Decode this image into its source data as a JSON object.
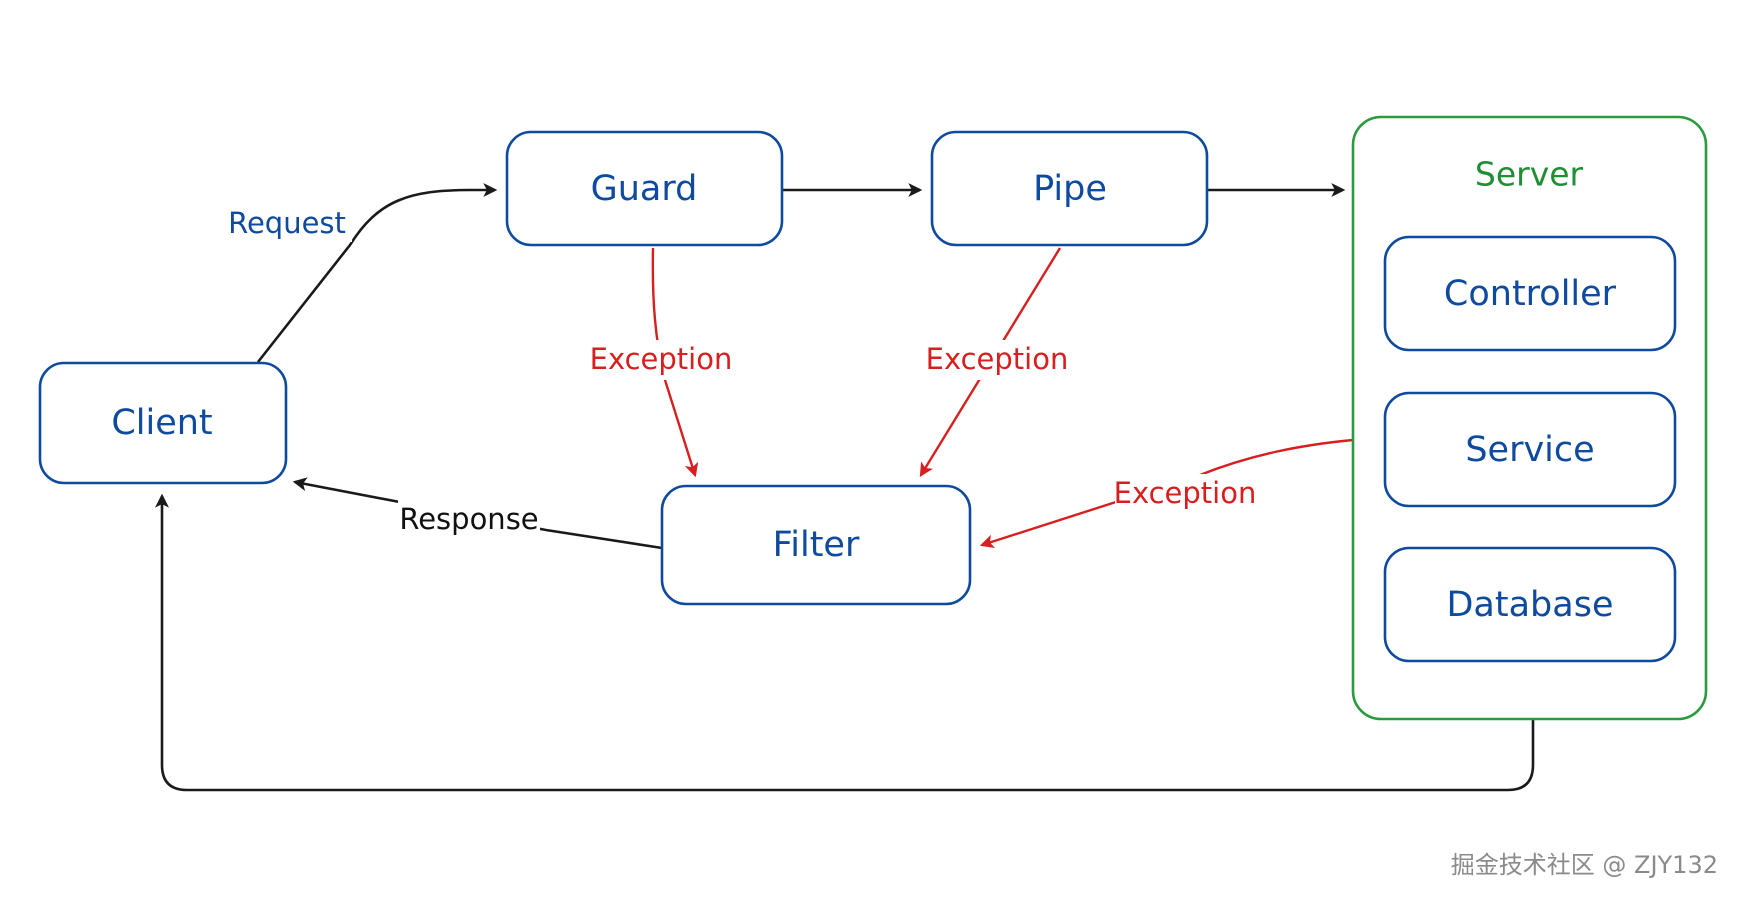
{
  "nodes": {
    "client": "Client",
    "guard": "Guard",
    "pipe": "Pipe",
    "filter": "Filter",
    "server": "Server",
    "controller": "Controller",
    "service": "Service",
    "database": "Database"
  },
  "edges": {
    "request": "Request",
    "response": "Response",
    "exception_guard": "Exception",
    "exception_pipe": "Exception",
    "exception_server": "Exception"
  },
  "watermark": "掘金技术社区 @ ZJY132",
  "colors": {
    "node_blue": "#0e4a9e",
    "server_green": "#2a9a3c",
    "exception_red": "#d81f1f",
    "flow_black": "#1a1a1a"
  }
}
